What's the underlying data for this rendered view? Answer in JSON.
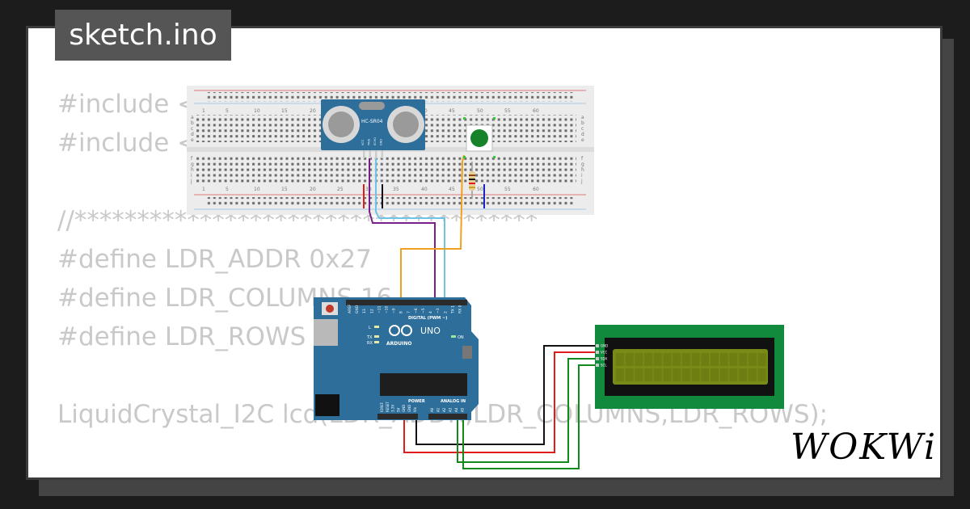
{
  "file_tab": {
    "label": "sketch.ino"
  },
  "code_lines": [
    "#include <Wire.h>",
    "#include <LiquidCrystal_I2C.h>",
    "",
    "//*************************************",
    "#define LDR_ADDR 0x27",
    "#define LDR_COLUMNS 16",
    "#define LDR_ROWS 2",
    "",
    "LiquidCrystal_I2C lcd(LDR_ADDR,LDR_COLUMNS,LDR_ROWS);",
    "",
    "//*************************************"
  ],
  "breadboard": {
    "top_numbers": [
      "1",
      "5",
      "10",
      "15",
      "20",
      "25",
      "30",
      "35",
      "40",
      "45",
      "50",
      "55",
      "60"
    ],
    "bottom_numbers": [
      "1",
      "5",
      "10",
      "15",
      "20",
      "25",
      "30",
      "35",
      "40",
      "45",
      "50",
      "55",
      "60"
    ],
    "row_letters_top": [
      "a",
      "b",
      "c",
      "d",
      "e"
    ],
    "row_letters_bottom": [
      "f",
      "g",
      "h",
      "i",
      "j"
    ]
  },
  "ultrasonic": {
    "label": "HC-SR04",
    "pins": [
      "VCC",
      "TRIG",
      "ECHO",
      "GND"
    ]
  },
  "arduino": {
    "logo_text": "ARDUINO",
    "model": "UNO",
    "digital_label": "DIGITAL (PWM ~)",
    "power_label": "POWER",
    "analog_label": "ANALOG IN",
    "led_labels": [
      "L",
      "TX",
      "RX",
      "ON"
    ],
    "header_top": [
      "AREF",
      "GND",
      "13",
      "12",
      "~11",
      "~10",
      "~9",
      "8",
      "7",
      "~6",
      "~5",
      "4",
      "~3",
      "2",
      "TX 1",
      "RX 0"
    ],
    "header_power": [
      "IOREF",
      "RESET",
      "3.3V",
      "5V",
      "GND",
      "GND",
      "Vin"
    ],
    "header_analog": [
      "A0",
      "A1",
      "A2",
      "A3",
      "A4",
      "A5"
    ]
  },
  "lcd": {
    "pins": [
      "GND",
      "VCC",
      "SDA",
      "SCL"
    ]
  },
  "brand": {
    "text": "WOKWi"
  },
  "colors": {
    "background": "#1c1c1c",
    "card": "#ffffff",
    "tab": "#555555",
    "code_text": "#c9c9c9",
    "arduino_board": "#2d6e9a",
    "lcd_pcb": "#128a3d",
    "lcd_screen": "#7a8a16",
    "wire_red": "#e01b1b",
    "wire_black": "#111111",
    "wire_green": "#118a1a",
    "wire_purple": "#7a1f8a",
    "wire_blue": "#6ec3e6",
    "wire_orange": "#f0a020",
    "wire_navy": "#1a22c8"
  }
}
